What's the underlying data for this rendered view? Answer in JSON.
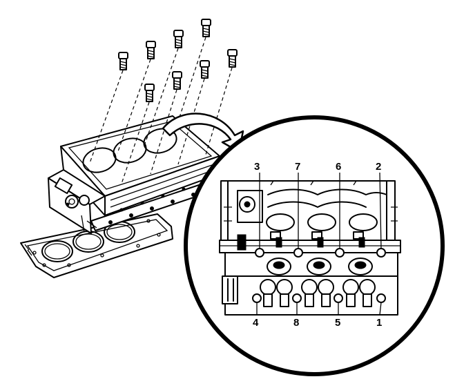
{
  "bolt_sequence_labels": [
    {
      "number": "3"
    },
    {
      "number": "7"
    },
    {
      "number": "6"
    },
    {
      "number": "2"
    },
    {
      "number": "4"
    },
    {
      "number": "8"
    },
    {
      "number": "5"
    },
    {
      "number": "1"
    }
  ]
}
